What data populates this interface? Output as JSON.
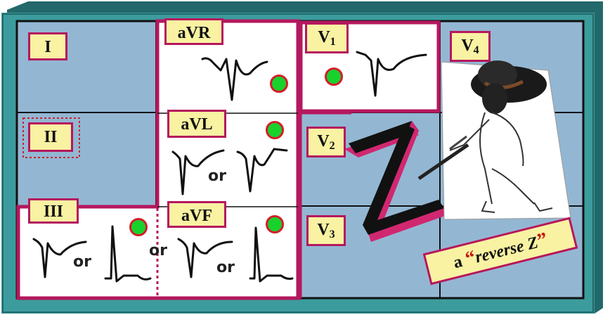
{
  "leads": {
    "I": "I",
    "II": "II",
    "III": "III",
    "aVR": "aVR",
    "aVL": "aVL",
    "aVF": "aVF",
    "V1": {
      "letter": "V",
      "sub": "1"
    },
    "V2": {
      "letter": "V",
      "sub": "2"
    },
    "V3": {
      "letter": "V",
      "sub": "3"
    },
    "V4": {
      "letter": "V",
      "sub": "4"
    }
  },
  "or_label": "or",
  "caption": {
    "prefix": "a ",
    "open_quote": "“",
    "phrase": "reverse Z",
    "close_quote": "”"
  },
  "colors": {
    "panel_teal": "#3c9c9d",
    "frame_dark": "#23686a",
    "cell_blue": "#93b7d3",
    "highlight_border": "#b5175e",
    "label_fill": "#f8f2a2",
    "dot_green": "#19d12c",
    "dot_ring": "#d41d2b",
    "z_black": "#111111",
    "z_pink": "#d02870"
  },
  "icons": [
    "fencer-illustration",
    "green-dot-marker",
    "reverse-z-shape"
  ]
}
